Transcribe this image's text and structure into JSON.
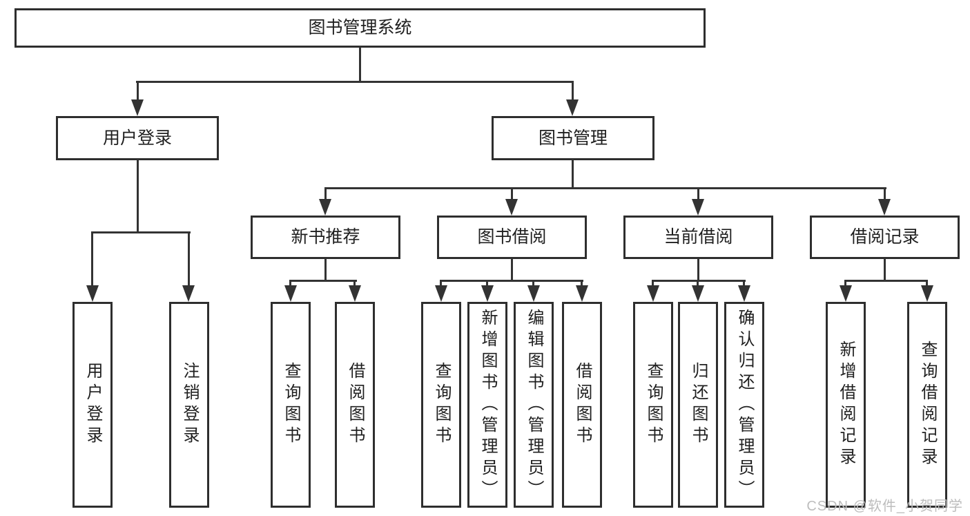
{
  "tree": {
    "root": "图书管理系统",
    "level2": [
      {
        "label": "用户登录",
        "children": [
          "用户登录",
          "注销登录"
        ]
      },
      {
        "label": "图书管理"
      }
    ],
    "level3": [
      {
        "label": "新书推荐",
        "children": [
          "查询图书",
          "借阅图书"
        ]
      },
      {
        "label": "图书借阅",
        "children": [
          "查询图书",
          "新增图书（管理员）",
          "编辑图书（管理员）",
          "借阅图书"
        ]
      },
      {
        "label": "当前借阅",
        "children": [
          "查询图书",
          "归还图书",
          "确认归还（管理员）"
        ]
      },
      {
        "label": "借阅记录",
        "children": [
          "新增借阅记录",
          "查询借阅记录"
        ]
      }
    ]
  },
  "watermark": {
    "text": "CSDN @软件_小贺同学"
  },
  "colors": {
    "line": "#333333",
    "box_border": "#2e2e2e",
    "text": "#1f1f1f",
    "watermark": "#bdbdbd",
    "background": "#ffffff"
  }
}
